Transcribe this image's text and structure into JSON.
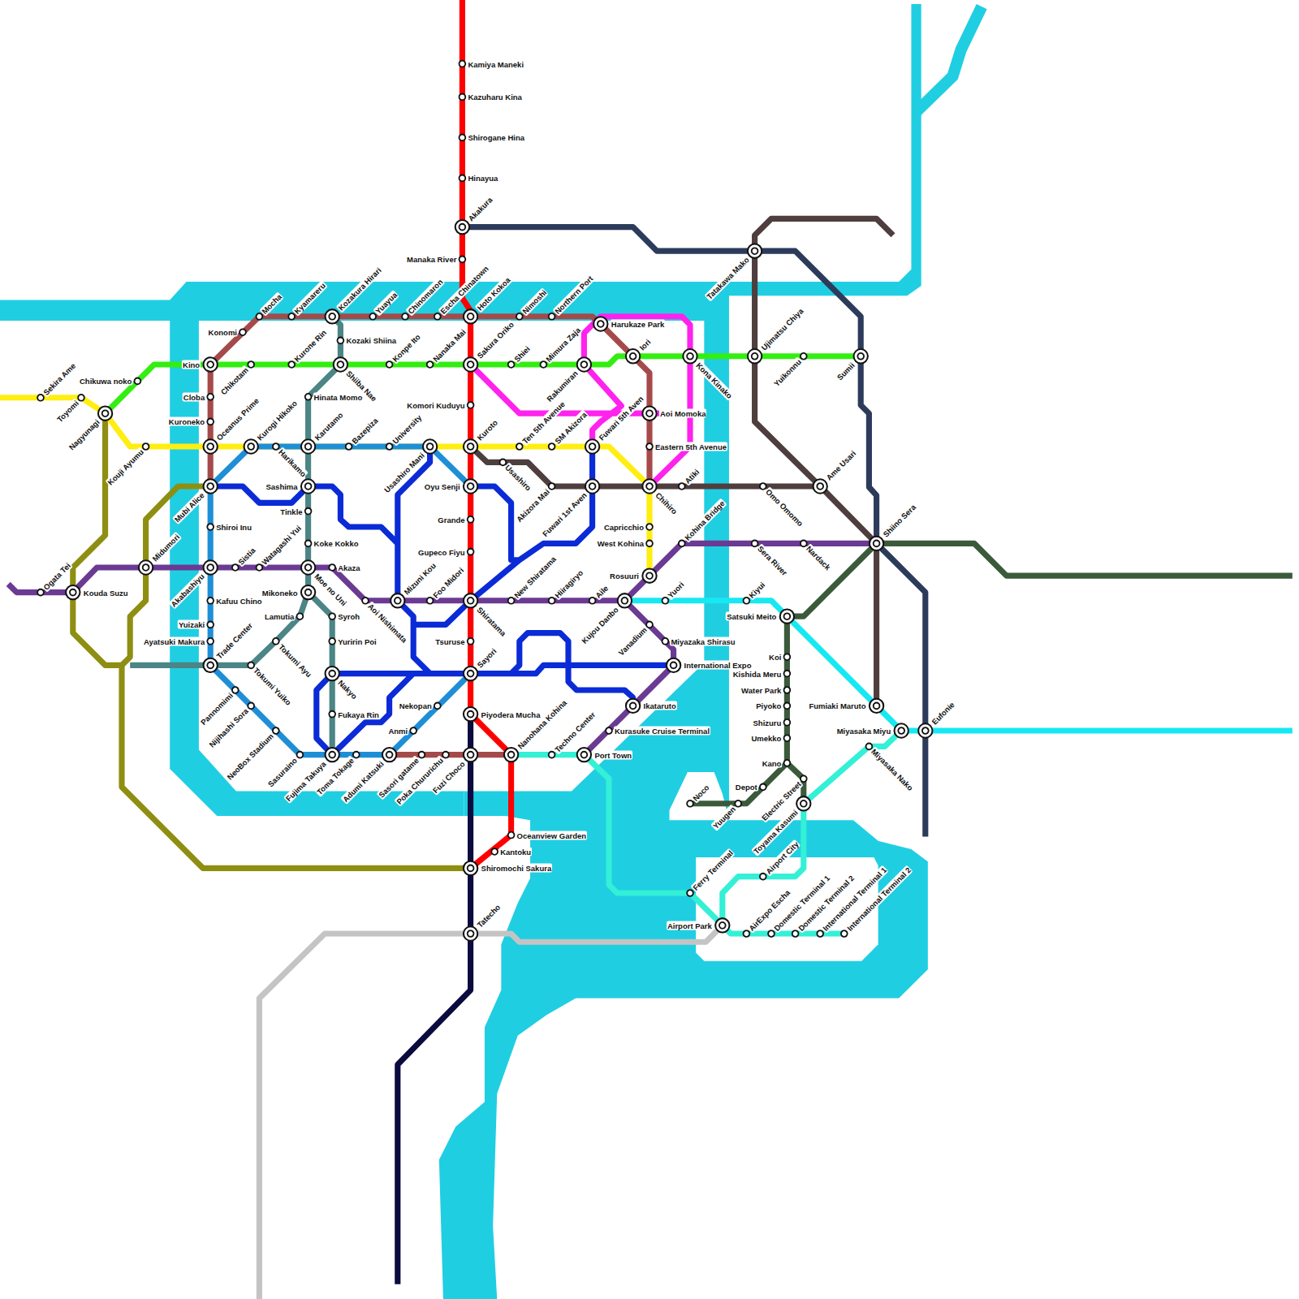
{
  "diagram": {
    "labels": [
      "Kamiya Maneki",
      "Kazuharu Kina",
      "Shirogane Hina",
      "Hinayua",
      "Akakura",
      "Manaka River",
      "Hoto Kokoa",
      "Sakura Oriko",
      "Komori Kuduyu",
      "Kuroto",
      "Oyu Senji",
      "Grande",
      "Gupeco Fiyu",
      "Shiratama",
      "Tsuruse",
      "Sayori",
      "Piyodera Mucha",
      "Nanohana Kohina",
      "Oceanview Garden",
      "Kantoku",
      "Shiromochi Sakura",
      "Tatecho",
      "Fuzi Choco",
      "Poka Chururichu",
      "Sasori gatame",
      "Adumi Katsuki",
      "Toma Tokage",
      "Fujima Takuya",
      "Sasuraino",
      "NeoBox Stadium",
      "Nijihashi Sora",
      "Pannomimi",
      "Trade Center",
      "Ayatsuki Makura",
      "Yuizaki",
      "Kafuu Chino",
      "Akabashiyu",
      "Shiroi Inu",
      "Mubi Alice",
      "Oceanus Prime",
      "Kuroneko",
      "Cloba",
      "Kino",
      "Konomi",
      "Mocha",
      "Kyamareru",
      "Kozakura Hirari",
      "Kozaki Shiina",
      "Yuayua",
      "Chinomaron",
      "Escha Chinatown",
      "Nimoshi",
      "Northern Port",
      "Harukaze Park",
      "Iori",
      "Aoi Momoka",
      "Eastern 5th Avenue",
      "Chihiro",
      "Chikuwa noko",
      "Nagyunagi",
      "Chikotam",
      "Kurone Rin",
      "Shiiba Nae",
      "Konpe Ito",
      "Nanaka Mai",
      "Shiei",
      "Mimura Zaja",
      "Rakumiran",
      "Kona Kinako",
      "Ujimatsu Chiya",
      "Yuikonnu",
      "Sumii",
      "Tatakawa Mako",
      "Sekira Ame",
      "Toyomi",
      "Kouji Ayumu",
      "Kurogi Hikoko",
      "Harikamo",
      "Karutamo",
      "Hinata Momo",
      "Bazepiza",
      "University",
      "Usashiro Mani",
      "Ten 5th Avenue",
      "SM Akizora",
      "Fuwari 5th Aven",
      "Usashiro",
      "Akizora Mai",
      "Fuwari 1st Aven",
      "Atiki",
      "Omo Omomo",
      "Ame Usari",
      "Sashima",
      "Tinkle",
      "Koke Kokko",
      "Akaza",
      "Moe no Uni",
      "Mikoneko",
      "Lamutia",
      "Syroh",
      "Yuririn Poi",
      "Tokumi Ayu",
      "Tokumi Yuiko",
      "Nakyo",
      "Fukaya Rin",
      "Anmi",
      "Nekopan",
      "Ogata Tei",
      "Kouda Suzu",
      "Midumori",
      "Sistia",
      "Watagashi Yui",
      "Aoi Nishimata",
      "Mizuni Kou",
      "Foo Midori",
      "New Shiratama",
      "Hiiragiryo",
      "Aile",
      "Kujou Danbo",
      "Kohina Bridge",
      "Sera River",
      "Nardack",
      "Shiino Sera",
      "Vanadium",
      "Miyazaka Shirasu",
      "International Expo",
      "Ikataruto",
      "Kurasuke Cruise Terminal",
      "Port Town",
      "Techno Center",
      "Capricchio",
      "West Kohina",
      "Rosuuri",
      "Yuori",
      "Kiyui",
      "Satsuki Meito",
      "Koi",
      "Kishida Meru",
      "Water Park",
      "Piyoko",
      "Shizuru",
      "Umekko",
      "Kano",
      "Depot",
      "Yuugen",
      "Noco",
      "Electric Street",
      "Toyama Kasumi",
      "Fumiaki Maruto",
      "Miyasaka Miyu",
      "Miyasaka Nako",
      "Eufonie",
      "Ferry Terminal",
      "Airport City",
      "Airport Park",
      "AirExpo Escha",
      "Domestic Terminal 1",
      "Domestic Terminal 2",
      "International Terminal 1",
      "International Terminal 2"
    ]
  }
}
